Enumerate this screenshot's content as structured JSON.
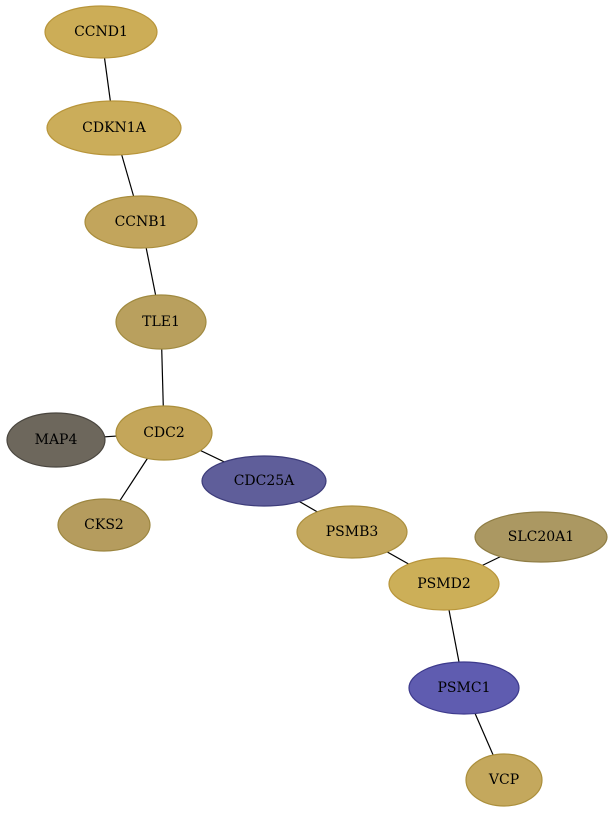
{
  "graph": {
    "nodes": [
      {
        "id": "CCND1",
        "label": "CCND1",
        "fill": "#ccad57",
        "stroke": "#b8953a"
      },
      {
        "id": "CDKN1A",
        "label": "CDKN1A",
        "fill": "#cbad5a",
        "stroke": "#b8953a"
      },
      {
        "id": "CCNB1",
        "label": "CCNB1",
        "fill": "#c2a55c",
        "stroke": "#a98d3c"
      },
      {
        "id": "TLE1",
        "label": "TLE1",
        "fill": "#b9a05e",
        "stroke": "#a08a40"
      },
      {
        "id": "CDC2",
        "label": "CDC2",
        "fill": "#c4a65a",
        "stroke": "#ab8f3b"
      },
      {
        "id": "MAP4",
        "label": "MAP4",
        "fill": "#6d675c",
        "stroke": "#4a463f"
      },
      {
        "id": "CKS2",
        "label": "CKS2",
        "fill": "#b59c5e",
        "stroke": "#9c8640"
      },
      {
        "id": "CDC25A",
        "label": "CDC25A",
        "fill": "#5f5e9a",
        "stroke": "#3d3c7a"
      },
      {
        "id": "PSMB3",
        "label": "PSMB3",
        "fill": "#c4a85e",
        "stroke": "#ab8f3e"
      },
      {
        "id": "SLC20A1",
        "label": "SLC20A1",
        "fill": "#ab9862",
        "stroke": "#8f7d44"
      },
      {
        "id": "PSMD2",
        "label": "PSMD2",
        "fill": "#ccaf58",
        "stroke": "#b8953a"
      },
      {
        "id": "PSMC1",
        "label": "PSMC1",
        "fill": "#5f5cb0",
        "stroke": "#3d3a8c"
      },
      {
        "id": "VCP",
        "label": "VCP",
        "fill": "#c4a85d",
        "stroke": "#ab8f3c"
      }
    ],
    "edges": [
      [
        "CCND1",
        "CDKN1A"
      ],
      [
        "CDKN1A",
        "CCNB1"
      ],
      [
        "CCNB1",
        "TLE1"
      ],
      [
        "TLE1",
        "CDC2"
      ],
      [
        "CDC2",
        "MAP4"
      ],
      [
        "CDC2",
        "CKS2"
      ],
      [
        "CDC2",
        "CDC25A"
      ],
      [
        "CDC25A",
        "PSMB3"
      ],
      [
        "PSMB3",
        "PSMD2"
      ],
      [
        "PSMD2",
        "SLC20A1"
      ],
      [
        "PSMD2",
        "PSMC1"
      ],
      [
        "PSMC1",
        "VCP"
      ]
    ]
  }
}
